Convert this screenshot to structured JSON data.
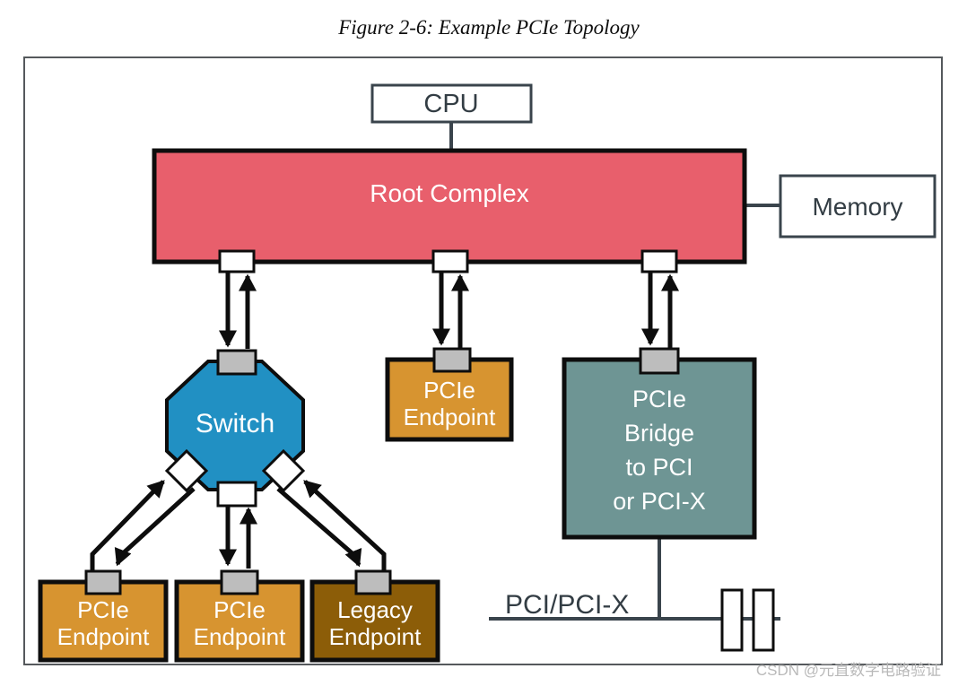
{
  "figure": {
    "title": "Figure 2-6: Example PCIe Topology"
  },
  "watermark": "CSDN @元直数字电路验证",
  "colors": {
    "root-complex": "#e85f6c",
    "switch-blue": "#2190c3",
    "endpoint-orange": "#d79430",
    "legacy-brown": "#8c5d08",
    "bridge-teal": "#6e9594",
    "port-gray": "#bdbdbd",
    "slate": "#3a444c",
    "text-dark": "#333d44",
    "ink": "#0d0d0d",
    "frame": "#55595c",
    "watermark": "#b9b9b9"
  },
  "nodes": {
    "cpu": {
      "label": "CPU"
    },
    "root_complex": {
      "label": "Root Complex"
    },
    "memory": {
      "label": "Memory"
    },
    "switch": {
      "label": "Switch"
    },
    "pcie_endpoint_mid": {
      "line1": "PCIe",
      "line2": "Endpoint"
    },
    "pcie_bridge": {
      "line1": "PCIe",
      "line2": "Bridge",
      "line3": "to PCI",
      "line4": "or PCI-X"
    },
    "pcie_endpoint_left": {
      "line1": "PCIe",
      "line2": "Endpoint"
    },
    "pcie_endpoint_center": {
      "line1": "PCIe",
      "line2": "Endpoint"
    },
    "legacy_endpoint": {
      "line1": "Legacy",
      "line2": "Endpoint"
    },
    "pci_bus": {
      "label": "PCI/PCI-X"
    }
  }
}
